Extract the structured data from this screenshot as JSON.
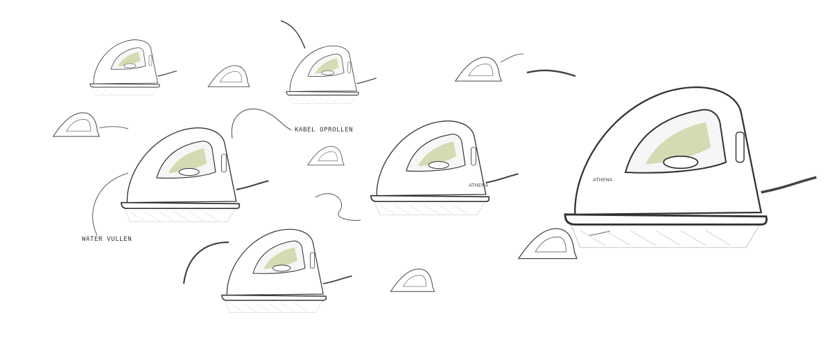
{
  "annotations": {
    "cable_wind": "KABEL OPROLLEN",
    "water_fill": "WATER VULLEN"
  },
  "brand_mark": "ATHENA",
  "colors": {
    "line": "#333333",
    "shade": "#9a9a9a",
    "accent": "#b6c47a",
    "paper": "#ffffff"
  }
}
